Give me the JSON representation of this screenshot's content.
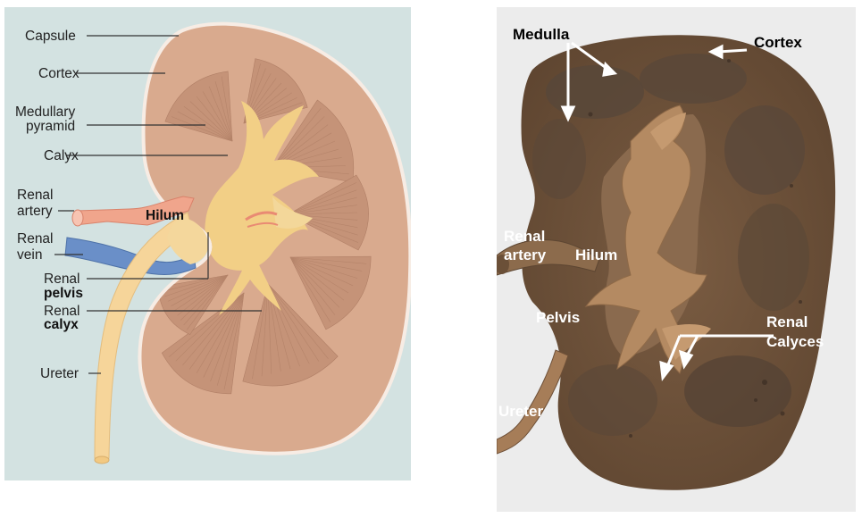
{
  "left_diagram": {
    "labels": {
      "capsule": "Capsule",
      "cortex": "Cortex",
      "medullary_line1": "Medullary",
      "medullary_line2": "pyramid",
      "calyx": "Calyx",
      "renal_artery_line1": "Renal",
      "renal_artery_line2": "artery",
      "renal_vein_line1": "Renal",
      "renal_vein_line2": "vein",
      "renal_pelvis_line1": "Renal",
      "renal_pelvis_line2": "pelvis",
      "renal_calyx_line1": "Renal",
      "renal_calyx_line2": "calyx",
      "ureter": "Ureter",
      "hilum": "Hilum"
    },
    "colors": {
      "background": "#d3e2e1",
      "capsule": "#f7ece4",
      "cortex": "#d9aa8e",
      "pyramid": "#c59378",
      "pelvis": "#f2cf86",
      "artery": "#f0a58c",
      "vein": "#6a8fc8",
      "ureter": "#f6d59a"
    }
  },
  "right_photo": {
    "labels": {
      "medulla": "Medulla",
      "cortex": "Cortex",
      "renal_artery_line1": "Renal",
      "renal_artery_line2": "artery",
      "hilum": "Hilum",
      "pelvis": "Pelvis",
      "renal_calyces_line1": "Renal",
      "renal_calyces_line2": "Calyces",
      "ureter": "Ureter"
    },
    "colors": {
      "background": "#ececec",
      "tissue": "#6e5138",
      "medulla": "#59483a",
      "pelvis_tissue": "#b48a62"
    }
  }
}
